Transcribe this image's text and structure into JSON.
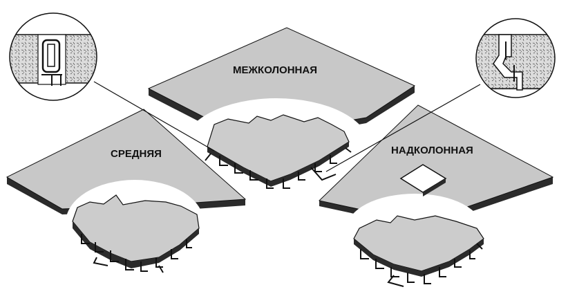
{
  "labels": {
    "mezhkolonnaya": "МЕЖКОЛОННАЯ",
    "srednyaya": "СРЕДНЯЯ",
    "nadkolonnaya": "НАДКОЛОННАЯ"
  },
  "colors": {
    "plate": "#c8c8c8",
    "plate_side": "#2a2a2a",
    "outline": "#111111",
    "background": "#ffffff",
    "concrete": "#d9d9d9"
  }
}
